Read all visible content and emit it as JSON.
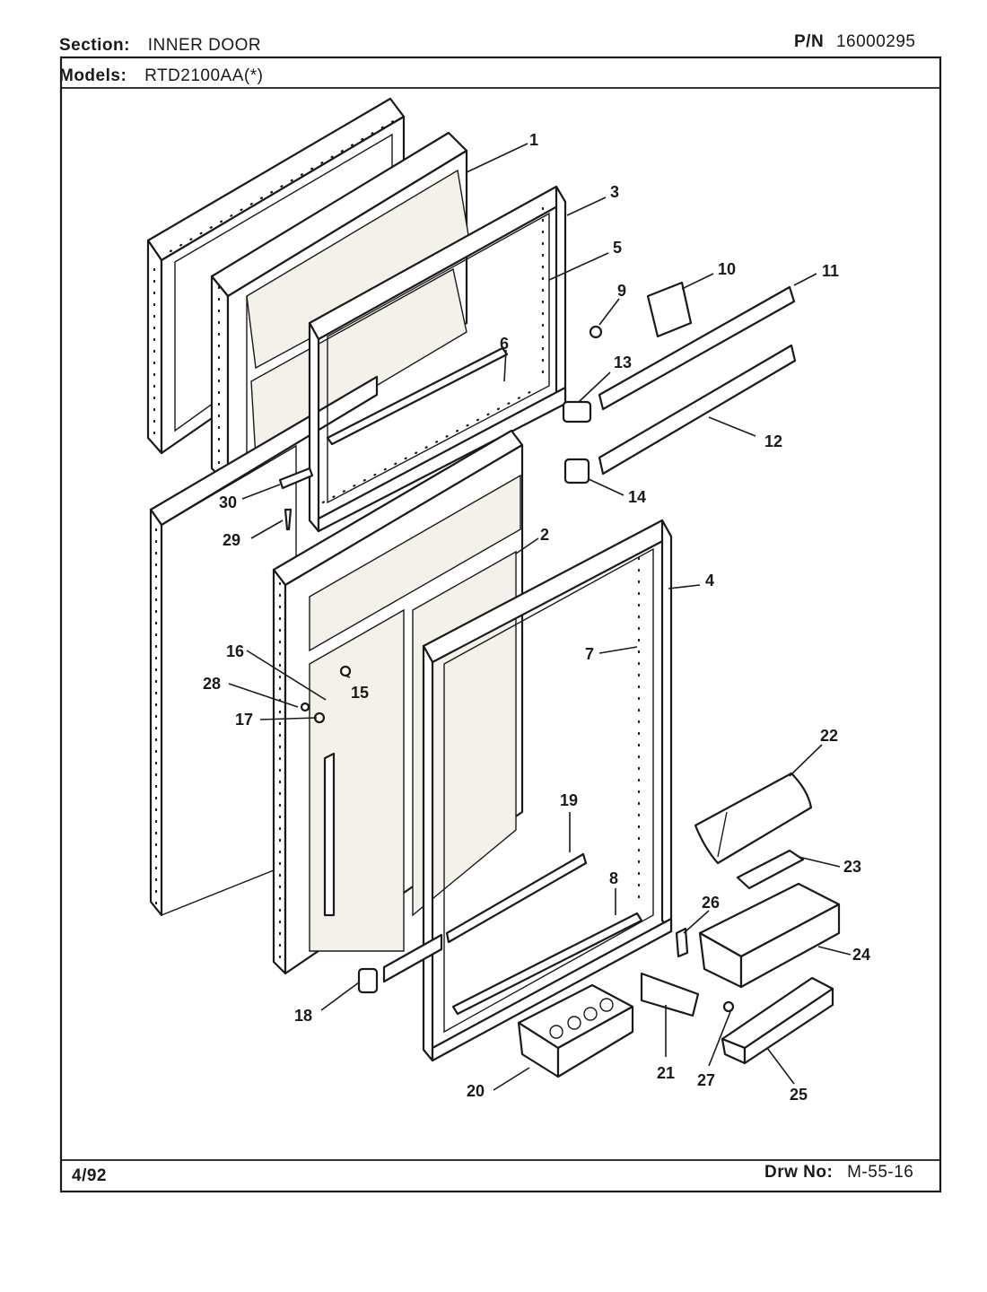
{
  "header": {
    "section_label": "Section:",
    "section_value": "INNER DOOR",
    "pn_label": "P/N",
    "pn_value": "16000295",
    "models_label": "Models:",
    "models_value": "RTD2100AA(*)"
  },
  "footer": {
    "date": "4/92",
    "drw_label": "Drw No:",
    "drw_value": "M-55-16"
  },
  "callouts": [
    "1",
    "2",
    "3",
    "4",
    "5",
    "6",
    "7",
    "8",
    "9",
    "10",
    "11",
    "12",
    "13",
    "14",
    "15",
    "16",
    "17",
    "18",
    "19",
    "20",
    "21",
    "22",
    "23",
    "24",
    "25",
    "26",
    "27",
    "28",
    "29",
    "30"
  ],
  "colors": {
    "ink": "#1a1a1a",
    "paper": "#ffffff"
  }
}
